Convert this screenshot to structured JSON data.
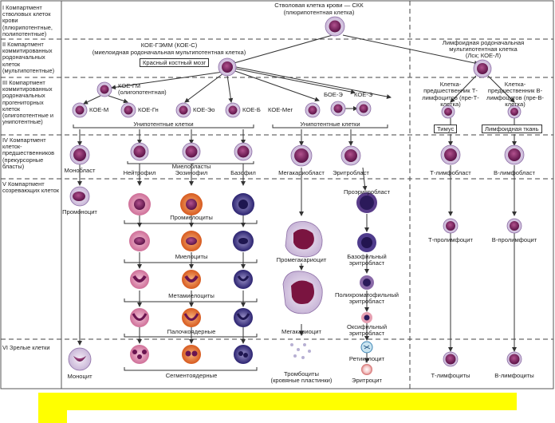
{
  "compartments": [
    "I Компартмент стволовых клеток крови (плюрипотентные, полипотентные)",
    "II Компартмент коммитированных родоначальных клеток (мультипотентные)",
    "III Компартмент коммитированных родоначальных прогениторных клеток (олигопотентные и унипотентные)",
    "IV Компартмент клеток-предшественников (прекурсорные бласты)",
    "V Компартмент созревающих клеток",
    "VI Зрелые клетки"
  ],
  "stem": {
    "title": "Стволовая клетка крови — СКК",
    "subtitle": "(плюрипотентная клетка)"
  },
  "myeloid_progenitor": {
    "title": "КОЕ-ГЭММ (КОЕ-С)",
    "subtitle": "(миелоидная родоначальная мультипотентная клетка)",
    "box": "Красный костный мозг"
  },
  "lymphoid_progenitor": {
    "title": "Лимфоидная родоначальная",
    "subtitle": "мультипотентная клетка",
    "subtitle2": "(Лск; КОЕ-Л)"
  },
  "cfu": {
    "gm": "КОЕ-ГМ",
    "gm_sub": "(олигопотентная)",
    "m": "КОЕ-М",
    "gn": "КОЕ-Гн",
    "eo": "КОЕ-Эо",
    "b": "КОЕ-Б",
    "meg": "КОЕ-Мег",
    "boe": "БОЕ-Э",
    "ce": "КОЕ-Э"
  },
  "unipotent_left": "Унипотентные клетки",
  "unipotent_right": "Унипотентные клетки",
  "t_pre": "Клетка-предшественник Т-лимфоцитов (пре-Т-клетка)",
  "b_pre": "Клетка-предшественник В-лимфоцитов (пре-В-клетка)",
  "thymus": "Тимус",
  "lymphoid_tissue": "Лимфоидная ткань",
  "blasts": {
    "monoblast": "Монобласт",
    "myeloblasts": "Миелобласты",
    "neutrophil": "Нейтрофил",
    "eosinophil": "Эозинофил",
    "basophil": "Базофил",
    "megakaryoblast": "Мегакариобласт",
    "erythroblast": "Эритробласт",
    "t_lymphoblast": "Т-лимфобласт",
    "b_lymphoblast": "В-лимфобласт"
  },
  "maturing": {
    "promonocyte": "Промоноцит",
    "promyelocytes": "Промиелоциты",
    "myelocytes": "Миелоциты",
    "metamyelocytes": "Метамиелоциты",
    "band": "Палочкоядерные",
    "proerythroblast": "Проэритробласт",
    "baso_eb_1": "Базофильный",
    "baso_eb_2": "эритробласт",
    "poly_eb_1": "Полихроматофильный",
    "poly_eb_2": "эритробласт",
    "oxy_eb_1": "Оксифильный",
    "oxy_eb_2": "эритробласт",
    "promegakaryocyte": "Промегакариоцит",
    "megakaryocyte": "Мегакариоцит",
    "t_prolymphocyte": "Т-пролимфоцит",
    "b_prolymphocyte": "В-пролимфоцит"
  },
  "mature": {
    "monocyte": "Моноцит",
    "segmented": "Сегментоядерные",
    "reticulocyte": "Ретикулоцит",
    "erythrocyte": "Эритроцит",
    "platelets_1": "Тромбоциты",
    "platelets_2": "(кровяные пластинки)",
    "t_lymphocytes": "Т-лимфоциты",
    "b_lymphocytes": "В-лимфоциты"
  },
  "colors": {
    "highlight": "#ffff00",
    "nucleus": "#7a1e5c",
    "cytoplasm": "#e9dcef",
    "granule_eo": "#e0682a",
    "granule_baso": "#3b2a7a",
    "line": "#333333"
  }
}
